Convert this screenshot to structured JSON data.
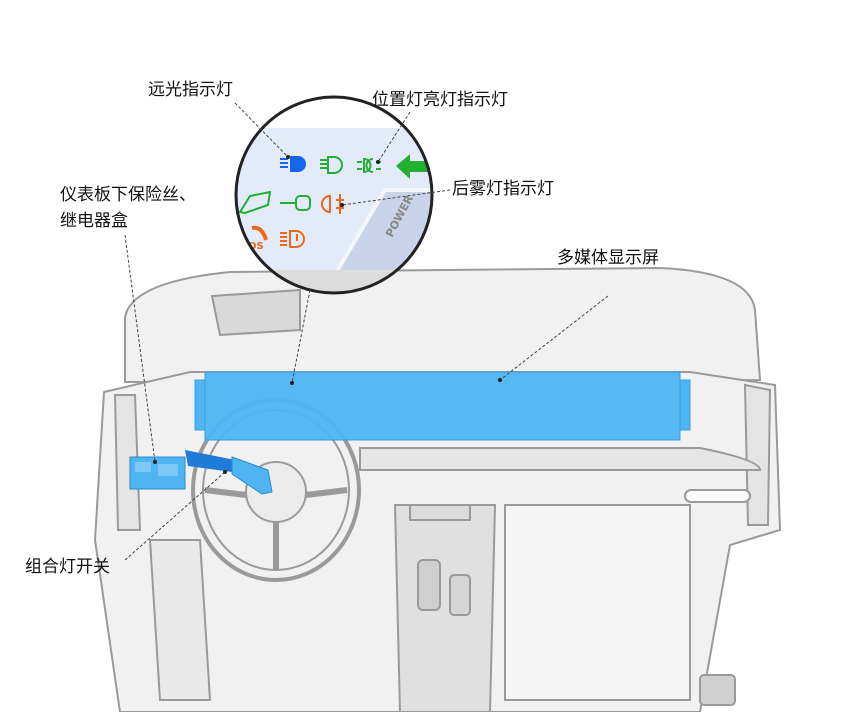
{
  "labels": {
    "high_beam": "远光指示灯",
    "position_light": "位置灯亮灯指示灯",
    "rear_fog": "后雾灯指示灯",
    "display": "多媒体显示屏",
    "fuse_box_line1": "仪表板下保险丝、",
    "fuse_box_line2": "继电器盒",
    "combo_switch": "组合灯开关"
  },
  "inset": {
    "power_text": "POWER",
    "sos_text": "OS"
  },
  "colors": {
    "highlight": "#4fb4f2",
    "indicator_blue": "#1565f0",
    "indicator_green": "#22b030",
    "indicator_orange": "#ea6a1a",
    "dashboard_line": "#9a9a9a"
  }
}
